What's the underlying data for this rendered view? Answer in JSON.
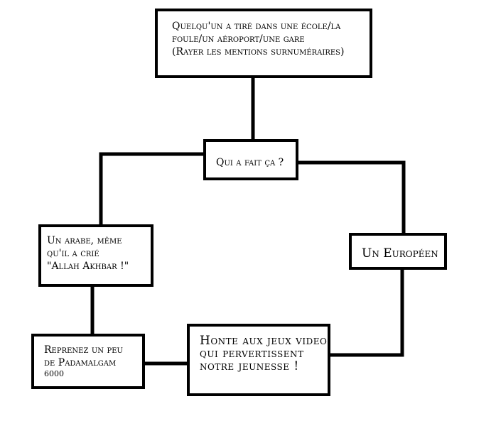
{
  "diagram": {
    "stroke_color": "#000000",
    "background": "#ffffff",
    "nodes": {
      "event": {
        "lines": [
          "Quelqu'un a tiré dans une école/la",
          "foule/un aéroport/une gare",
          "(Rayer les mentions surnuméraires)"
        ]
      },
      "question": {
        "lines": [
          "Qui a fait ça ?"
        ]
      },
      "arab": {
        "lines": [
          "Un arabe, même",
          "qu'il a crié",
          "\"Allah Akhbar !\""
        ]
      },
      "european": {
        "lines": [
          "Un Européen"
        ]
      },
      "padamalgam": {
        "lines": [
          "Reprenez un peu",
          "de Padamalgam"
        ],
        "dose": "6000"
      },
      "shame": {
        "lines": [
          "Honte aux jeux video",
          "qui pervertissent",
          "notre jeunesse !"
        ]
      }
    },
    "connections": [
      {
        "from": "event",
        "to": "question"
      },
      {
        "from": "question",
        "to": "arab"
      },
      {
        "from": "question",
        "to": "european"
      },
      {
        "from": "arab",
        "to": "padamalgam"
      },
      {
        "from": "european",
        "to": "shame"
      },
      {
        "from": "padamalgam",
        "to": "shame"
      }
    ]
  }
}
